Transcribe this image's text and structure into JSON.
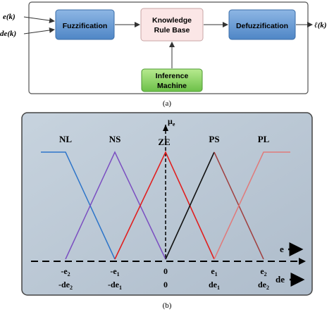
{
  "diagram_a": {
    "inputs": [
      "e(k)",
      "de(k)"
    ],
    "output": "ℓ(k)",
    "blocks": {
      "fuzzification": "Fuzzification",
      "knowledge_line1": "Knowledge",
      "knowledge_line2": "Rule Base",
      "defuzzification": "Defuzzification",
      "inference_line1": "Inference",
      "inference_line2": "Machine"
    },
    "caption": "(a)"
  },
  "diagram_b": {
    "mu_label": "μ",
    "mu_sub": "e",
    "sets": [
      {
        "name": "NL",
        "color": "#2e75c9"
      },
      {
        "name": "NS",
        "color": "#7b4fc1"
      },
      {
        "name": "ZE",
        "color": "#e02020"
      },
      {
        "name": "PS",
        "color": "#111111"
      },
      {
        "name": "PL",
        "color": "#e07a7a"
      }
    ],
    "ps_right_color": "#a04040",
    "axis_e_label": "e",
    "axis_de_label": "de",
    "e_ticks": [
      {
        "base": "-e",
        "sub": "2"
      },
      {
        "base": "-e",
        "sub": "1"
      },
      {
        "base": "0",
        "sub": ""
      },
      {
        "base": "e",
        "sub": "1"
      },
      {
        "base": "e",
        "sub": "2"
      }
    ],
    "de_ticks": [
      {
        "base": "-de",
        "sub": "2"
      },
      {
        "base": "-de",
        "sub": "1"
      },
      {
        "base": "0",
        "sub": ""
      },
      {
        "base": "de",
        "sub": "1"
      },
      {
        "base": "de",
        "sub": "2"
      }
    ],
    "caption": "(b)"
  },
  "colors": {
    "block_blue": "#6e9fd6",
    "block_pink": "#f9e3e3",
    "block_green": "#8ed36a",
    "panel_bg": "#b9c6d3"
  }
}
